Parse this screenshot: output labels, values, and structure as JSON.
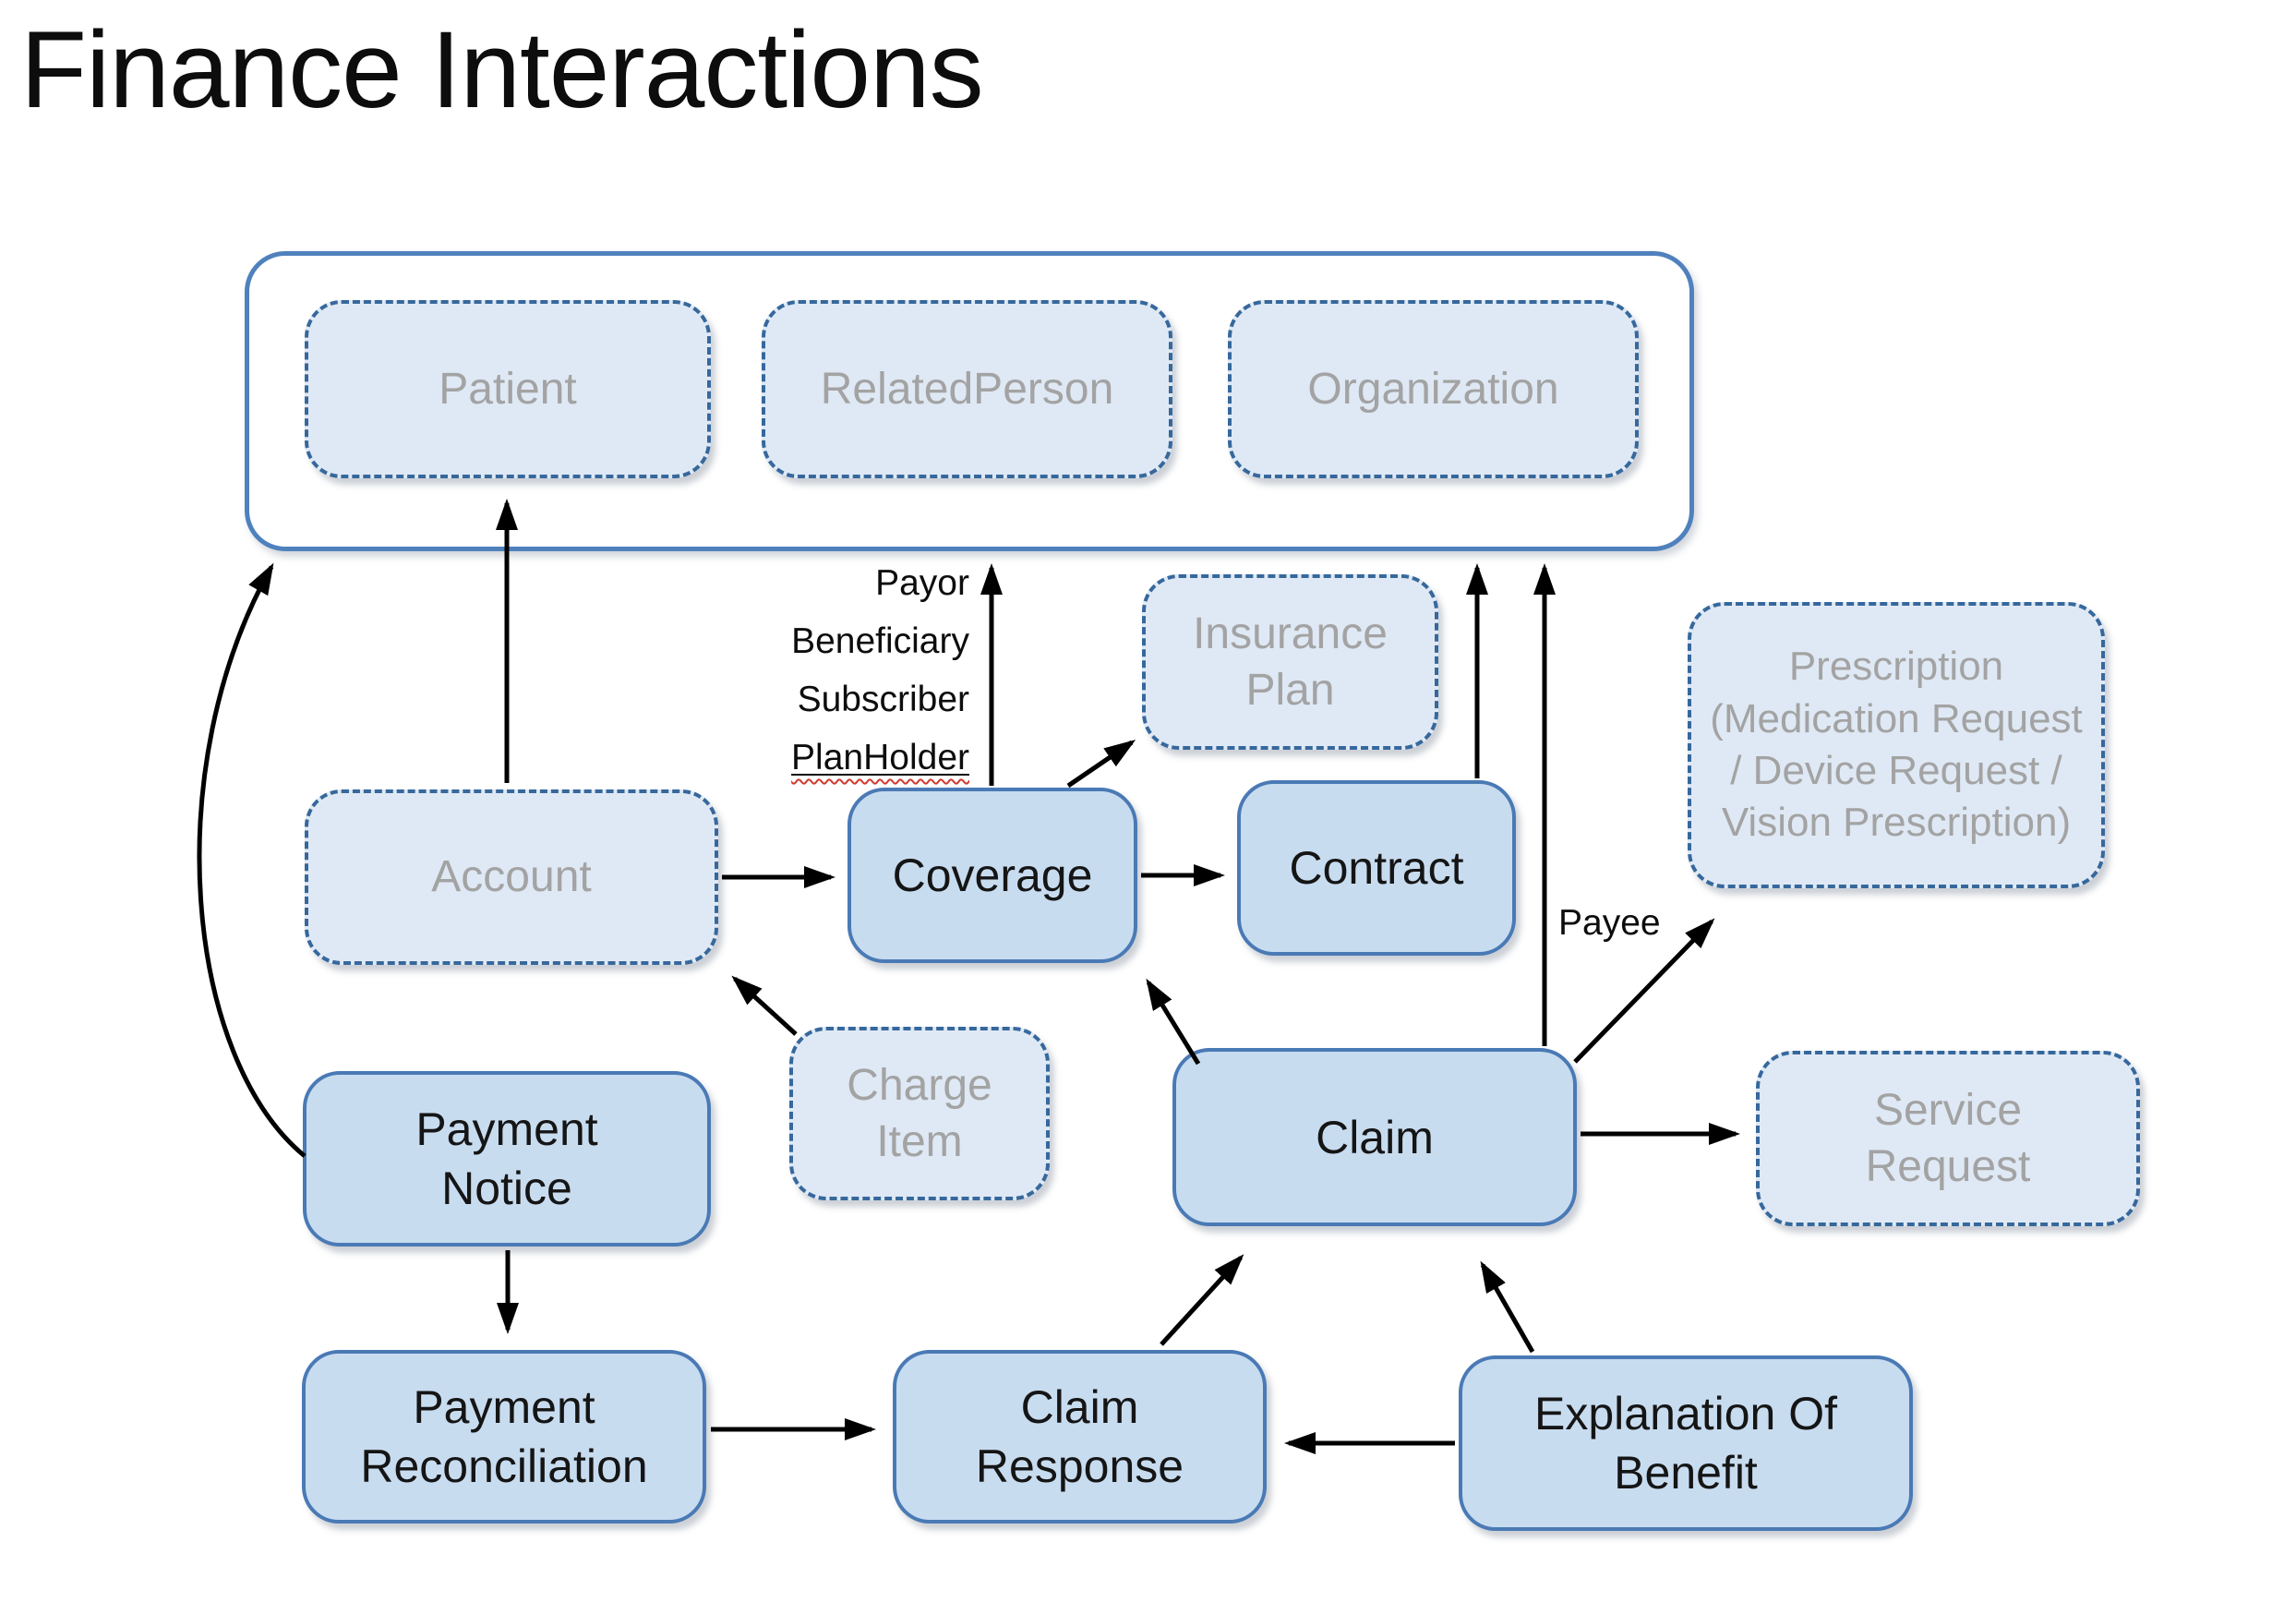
{
  "title": "Finance Interactions",
  "colors": {
    "solid_box_fill": "#c8dcf0",
    "solid_box_border": "#4a7ab5",
    "dashed_box_fill": "#dfe9f5",
    "dashed_box_border": "#36689c",
    "group_border": "#4f81bd",
    "muted_label_text": "#a3a3a3",
    "label_text": "#0d0d0d",
    "arrow": "#000000",
    "squiggle": "#cf3b30"
  },
  "boxes": {
    "patient": {
      "label": "Patient",
      "variant": "dashed"
    },
    "related_person": {
      "label": "RelatedPerson",
      "variant": "dashed"
    },
    "organization": {
      "label": "Organization",
      "variant": "dashed"
    },
    "insurance_plan": {
      "label": "Insurance\nPlan",
      "variant": "dashed"
    },
    "prescription": {
      "label": "Prescription\n(Medication Request\n/ Device Request /\nVision Prescription)",
      "variant": "dashed"
    },
    "account": {
      "label": "Account",
      "variant": "dashed"
    },
    "coverage": {
      "label": "Coverage",
      "variant": "solid"
    },
    "contract": {
      "label": "Contract",
      "variant": "solid"
    },
    "charge_item": {
      "label": "Charge\nItem",
      "variant": "dashed"
    },
    "claim": {
      "label": "Claim",
      "variant": "solid"
    },
    "service_request": {
      "label": "Service\nRequest",
      "variant": "dashed"
    },
    "payment_notice": {
      "label": "Payment\nNotice",
      "variant": "solid"
    },
    "payment_reconciliation": {
      "label": "Payment\nReconciliation",
      "variant": "solid"
    },
    "claim_response": {
      "label": "Claim\nResponse",
      "variant": "solid"
    },
    "explanation_of_benefit": {
      "label": "Explanation Of\nBenefit",
      "variant": "solid"
    }
  },
  "edge_labels": {
    "coverage_roles": [
      "Payor",
      "Beneficiary",
      "Subscriber",
      "PlanHolder"
    ],
    "payee": "Payee"
  }
}
